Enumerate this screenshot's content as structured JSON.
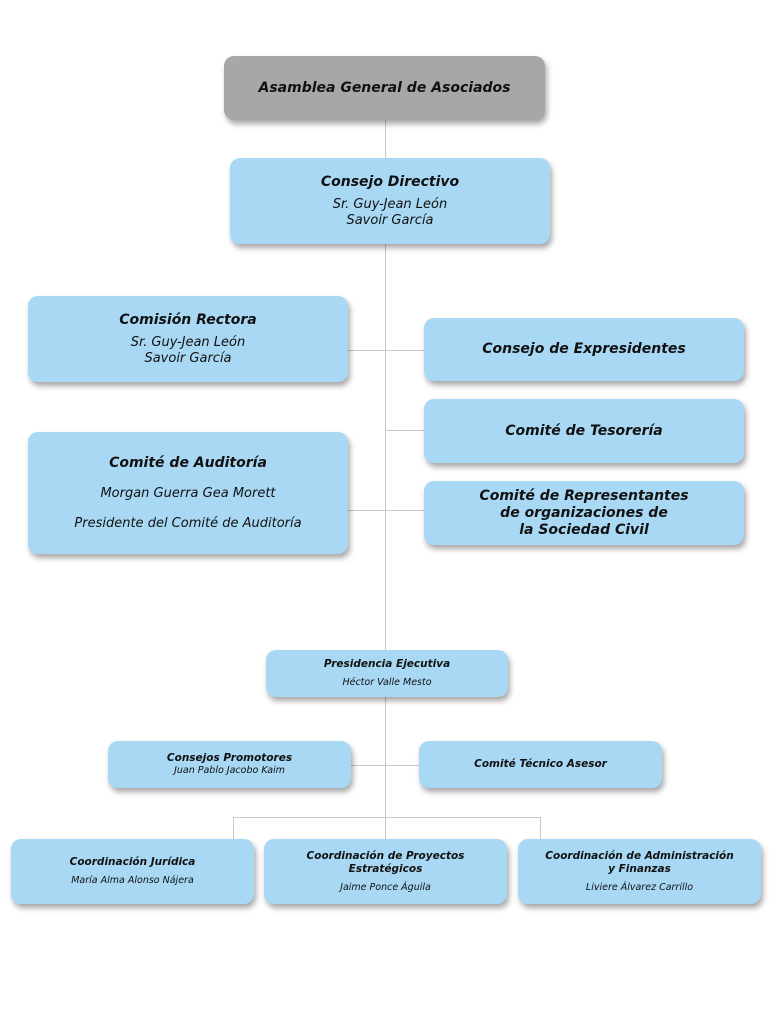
{
  "asamblea": {
    "title": "Asamblea General de Asociados"
  },
  "consejo_directivo": {
    "title": "Consejo Directivo",
    "name": "Sr. Guy-Jean León\nSavoir García"
  },
  "comision_rectora": {
    "title": "Comisión Rectora",
    "name": "Sr. Guy-Jean León\nSavoir García"
  },
  "comite_auditoria": {
    "title": "Comité de Auditoría",
    "name": "Morgan Guerra Gea Morett",
    "role": "Presidente del Comité de Auditoría"
  },
  "consejo_expresidentes": {
    "title": "Consejo de Expresidentes"
  },
  "comite_tesoreria": {
    "title": "Comité de Tesorería"
  },
  "comite_representantes": {
    "title": "Comité de Representantes\nde organizaciones de\nla Sociedad Civil"
  },
  "presidencia": {
    "title": "Presidencia Ejecutiva",
    "name": "Héctor Valle Mesto"
  },
  "consejos_promotores": {
    "title": "Consejos Promotores",
    "name": "Juan Pablo Jacobo Kaim"
  },
  "comite_tecnico": {
    "title": "Comité Técnico Asesor"
  },
  "coord_juridica": {
    "title": "Coordinación Jurídica",
    "name": "María Alma Alonso Nájera"
  },
  "coord_proyectos": {
    "title": "Coordinación de Proyectos Estratégicos",
    "name": "Jaime Ponce Águila"
  },
  "coord_admin": {
    "title": "Coordinación de Administración\ny Finanzas",
    "name": "Liviere Álvarez Carrillo"
  },
  "colors": {
    "box": "#a8d8f4",
    "header": "#a7a7a7",
    "connector": "#c8c8c8"
  }
}
